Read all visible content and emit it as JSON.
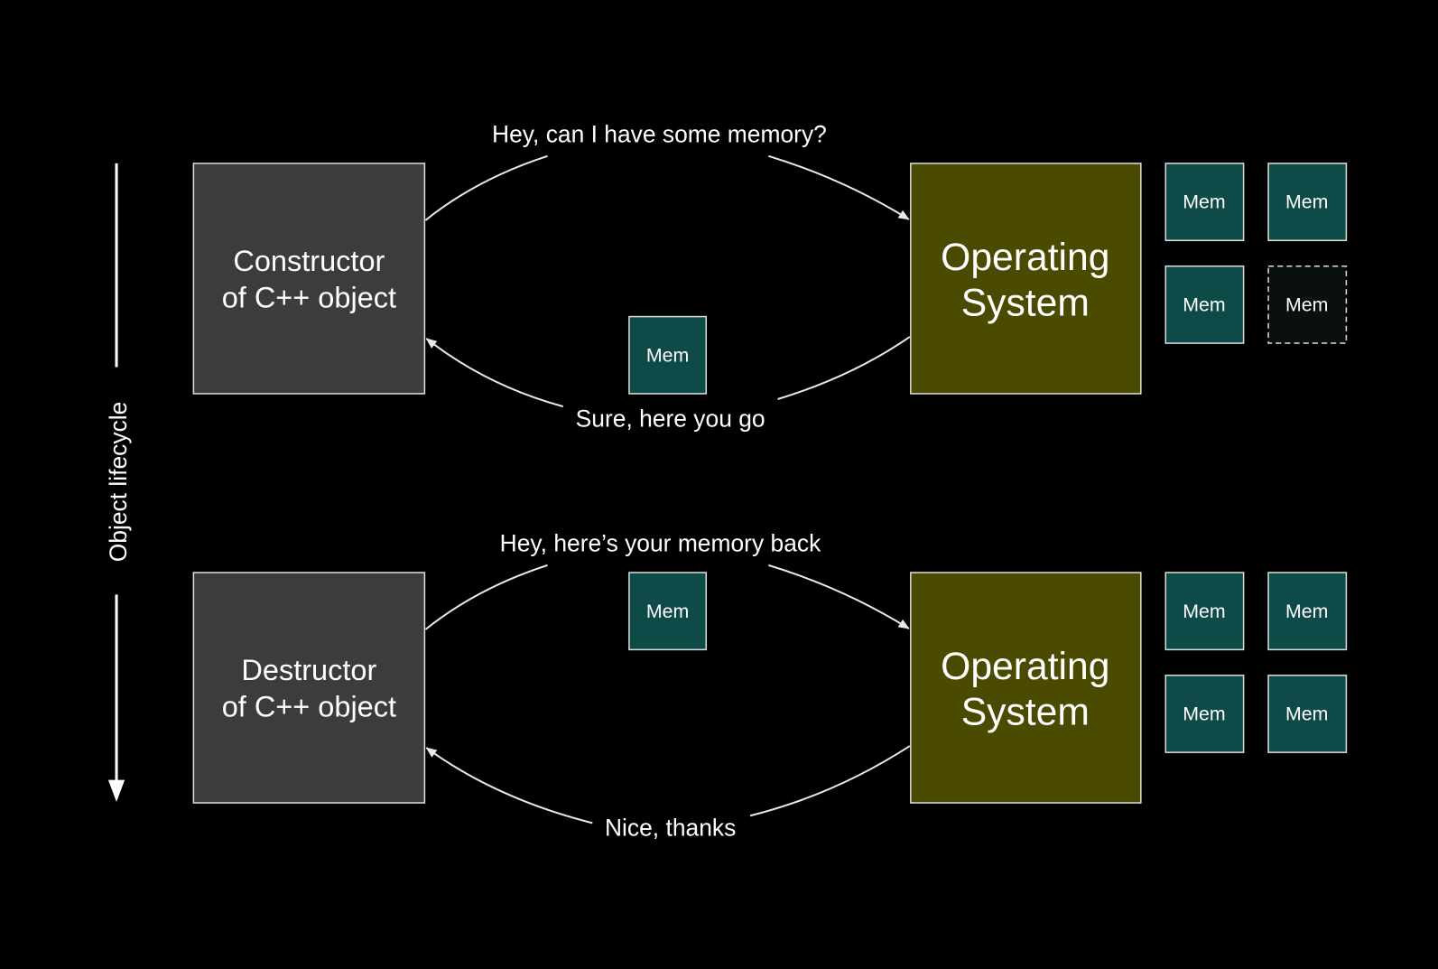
{
  "axis_label": "Object lifecycle",
  "colors": {
    "background": "#000000",
    "object_box": "#3c3c3c",
    "os_box": "#4a4a00",
    "mem_box": "#0e4a48",
    "mem_box_free": "#0a0f0f",
    "stroke": "#e8e8e8"
  },
  "top": {
    "object_line1": "Constructor",
    "object_line2": "of C++ object",
    "os_line1": "Operating",
    "os_line2": "System",
    "request": "Hey, can I have some memory?",
    "response": "Sure, here you go",
    "transfer_mem": "Mem",
    "pool": [
      "Mem",
      "Mem",
      "Mem",
      "Mem"
    ],
    "pool_free_slot": 3
  },
  "bottom": {
    "object_line1": "Destructor",
    "object_line2": "of C++ object",
    "os_line1": "Operating",
    "os_line2": "System",
    "request": "Hey, here’s your memory back",
    "response": "Nice, thanks",
    "transfer_mem": "Mem",
    "pool": [
      "Mem",
      "Mem",
      "Mem",
      "Mem"
    ]
  }
}
